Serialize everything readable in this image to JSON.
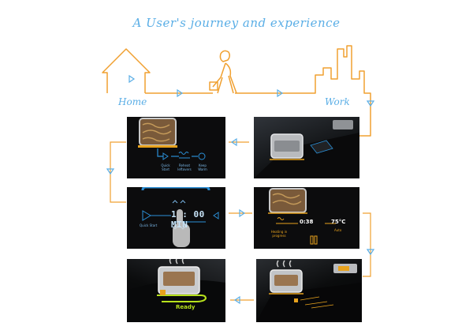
{
  "title": "A User's journey and experience",
  "locations": {
    "home": "Home",
    "work": "Work"
  },
  "colors": {
    "accent_blue": "#5aaee6",
    "path_orange": "#f0a030",
    "panel_bg": "#0c0c0d",
    "ui_blue": "#2b8fd6",
    "ui_orange": "#e7a21d",
    "ui_green": "#b7e21c"
  },
  "panel1": {
    "labels": [
      "Quick Start",
      "Reheat leftovers",
      "Keep Warm"
    ]
  },
  "panel3": {
    "label": "Quick Start",
    "time": "1 : 00 MIN"
  },
  "panel4": {
    "time": "0:38",
    "temp": "75°C",
    "status": "Heating in progress",
    "temp_label": "Auto"
  },
  "panel5": {
    "status": "Ready"
  }
}
